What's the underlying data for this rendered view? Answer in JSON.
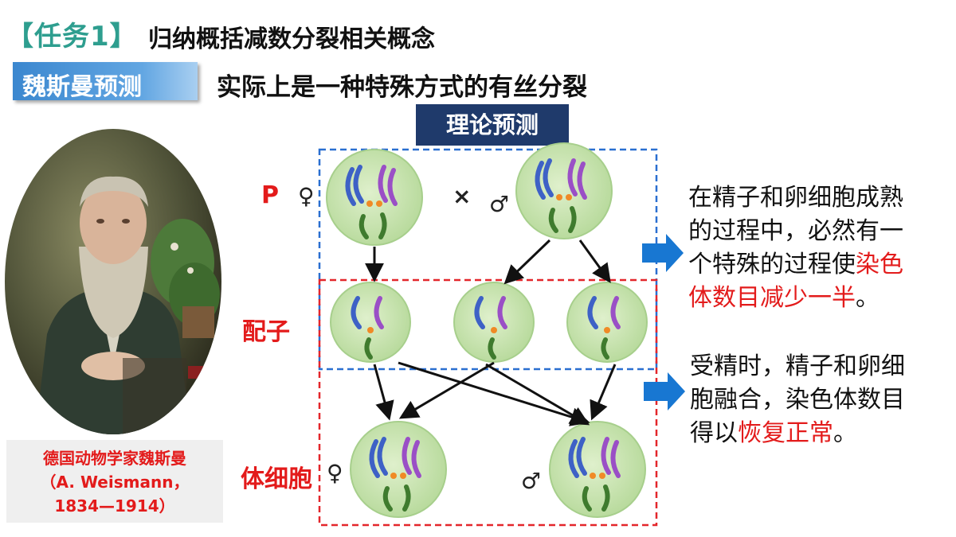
{
  "header": {
    "task_tag": "【任务1】",
    "task_title": "归纳概括减数分裂相关概念"
  },
  "section": {
    "badge": "魏斯曼预测",
    "subtitle": "实际上是一种特殊方式的有丝分裂"
  },
  "diagram": {
    "title": "理论预测",
    "row_labels": {
      "parent": "P",
      "gametes": "配子",
      "somatic": "体细胞"
    },
    "female_symbol": "♀",
    "male_symbol": "♂",
    "cross_symbol": "×"
  },
  "portrait": {
    "caption_lines": [
      "德国动物学家魏斯曼",
      "（A. Weismann，",
      "1834—1914）"
    ]
  },
  "notes": {
    "note1_lines": [
      {
        "plain": "在精子和卵细胞成熟",
        "red": ""
      },
      {
        "plain": "的过程中，必然有一",
        "red": ""
      },
      {
        "plain": "个特殊的过程使",
        "red": "染色"
      },
      {
        "plain": "",
        "red": "体数目减少一半",
        "tail": "。"
      }
    ],
    "note2_lines": [
      {
        "plain": "受精时，精子和卵细",
        "red": ""
      },
      {
        "plain": "胞融合，染色体数目",
        "red": ""
      },
      {
        "plain": "得以",
        "red": "恢复正常",
        "tail": "。"
      }
    ]
  },
  "colors": {
    "task_green": "#2e9e8f",
    "badge_blue": "#3b87cf",
    "title_navy": "#1f3a6b",
    "highlight_red": "#e31b1b",
    "cell_green": "#c9e6b0",
    "chrom_blue": "#3e61c6",
    "chrom_purple": "#9a4fc6",
    "chrom_green": "#3f7b2e",
    "centriole_orange": "#f08a26",
    "arrow_blue": "#1877d2"
  }
}
